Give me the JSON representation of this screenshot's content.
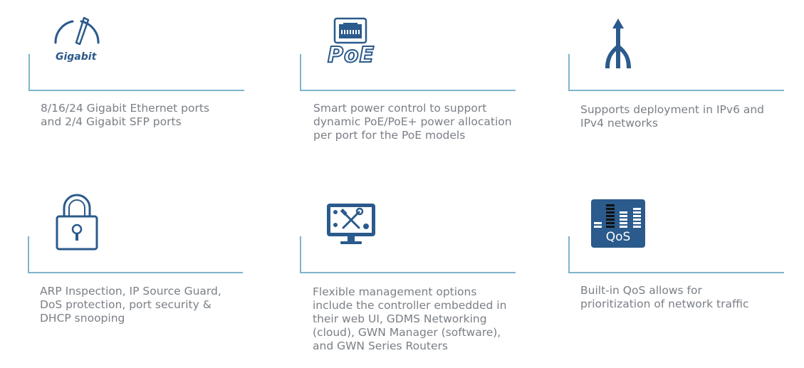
{
  "colors": {
    "icon": "#2b5a8c",
    "line": "#7fb3cc",
    "text": "#7a7f86"
  },
  "features": [
    {
      "icon": "gigabit-speedometer-icon",
      "icon_label": "Gigabit",
      "description": "8/16/24 Gigabit Ethernet ports and 2/4 Gigabit SFP ports"
    },
    {
      "icon": "poe-port-icon",
      "icon_label": "PoE",
      "description": "Smart power control to support dynamic PoE/PoE+ power allocation per port for the PoE models"
    },
    {
      "icon": "network-branch-arrow-icon",
      "icon_label": "",
      "description": "Supports deployment in IPv6 and IPv4 networks"
    },
    {
      "icon": "padlock-icon",
      "icon_label": "",
      "description": "ARP Inspection, IP Source Guard, DoS protection, port security & DHCP snooping"
    },
    {
      "icon": "monitor-tools-icon",
      "icon_label": "",
      "description": "Flexible management options include the controller embedded in their web UI, GDMS Networking (cloud), GWN Manager (software), and GWN Series Routers"
    },
    {
      "icon": "qos-equalizer-icon",
      "icon_label": "QoS",
      "description": "Built-in QoS allows for prioritization of network traffic"
    }
  ]
}
